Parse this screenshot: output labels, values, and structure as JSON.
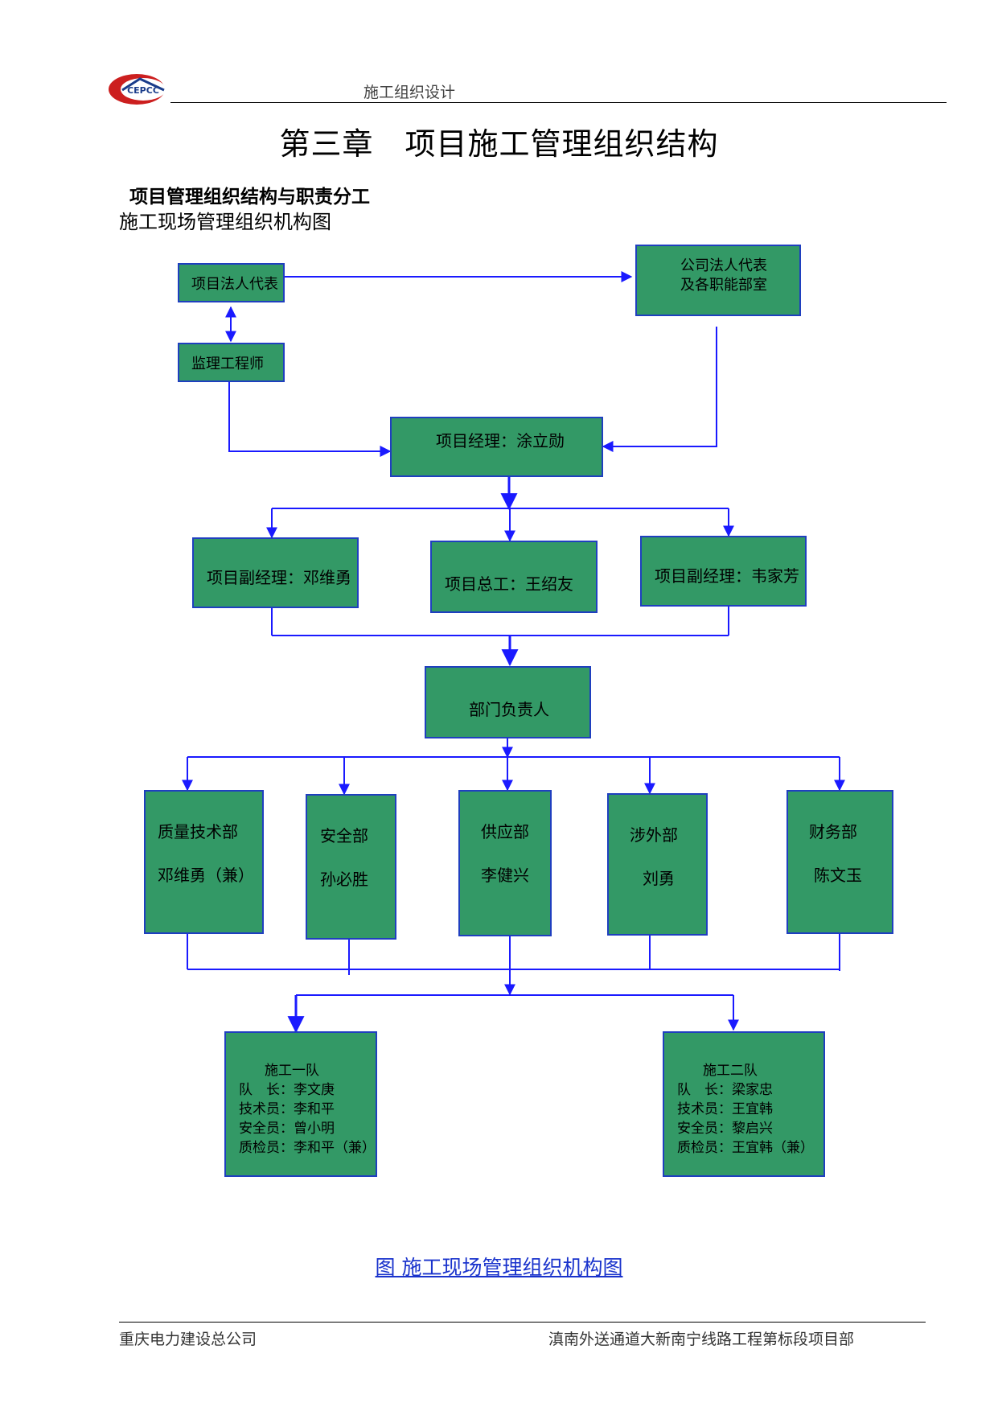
{
  "header": {
    "logo_text": "CEPCC",
    "doc_label": "施工组织设计"
  },
  "chapter_title": "第三章　项目施工管理组织结构",
  "section_title": "项目管理组织结构与职责分工",
  "chart_title": "施工现场管理组织机构图",
  "nodes": {
    "owner_rep": "项目法人代表",
    "company_rep_1": "公司法人代表",
    "company_rep_2": "及各职能部室",
    "supervisor": "监理工程师",
    "pm": "项目经理：涂立勋",
    "deputy_1": "项目副经理：邓维勇",
    "chief_engineer": "项目总工：王绍友",
    "deputy_2": "项目副经理：韦家芳",
    "dept_heads": "部门负责人",
    "quality_name": "质量技术部",
    "quality_head": "邓维勇（兼）",
    "safety_name": "安全部",
    "safety_head": "孙必胜",
    "supply_name": "供应部",
    "supply_head": "李健兴",
    "external_name": "涉外部",
    "external_head": "刘勇",
    "finance_name": "财务部",
    "finance_head": "陈文玉",
    "team1": [
      "施工一队",
      "队　长：李文庚",
      "技术员：李和平",
      "安全员：曾小明",
      "质检员：李和平（兼）"
    ],
    "team2": [
      "施工二队",
      "队　长：梁家忠",
      "技术员：王宜韩",
      "安全员：黎启兴",
      "质检员：王宜韩（兼）"
    ]
  },
  "colors": {
    "node_fill": "#339966",
    "node_border": "#1f3fbf",
    "connector": "#1a1aff"
  },
  "caption": "图  施工现场管理组织机构图",
  "footer": {
    "left": "重庆电力建设总公司",
    "right": "滇南外送通道大新南宁线路工程第标段项目部"
  }
}
